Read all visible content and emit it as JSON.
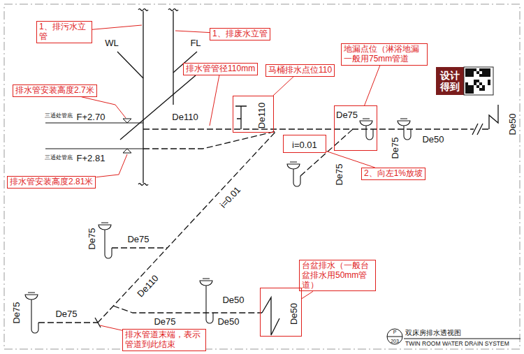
{
  "diagram": {
    "title": "双床房排水透视图",
    "caption": "TWIN ROOM WATER DRAIN SYSTEM",
    "nodes": [
      {
        "text": [
          "1、排污水立管"
        ]
      },
      {
        "text": [
          "1、排废水立管"
        ]
      },
      {
        "text": [
          "排水管管径110mm"
        ]
      },
      {
        "text": [
          "马桶排水点位110"
        ]
      },
      {
        "text": [
          "De110"
        ]
      },
      {
        "text": [
          "地漏点位（淋浴地漏一般用75mm管道"
        ]
      },
      {
        "text": [
          "De75"
        ]
      },
      {
        "text": [
          "排水管安装高度2.7米"
        ]
      },
      {
        "text": [
          "排水管安装高度2.81米"
        ]
      },
      {
        "text": [
          "i=0.01"
        ]
      },
      {
        "text": [
          "2、向左1%放坡"
        ]
      },
      {
        "text": [
          "台盆排水（一般台盆排水用50mm管道）"
        ]
      },
      {
        "text": [
          "De50"
        ]
      },
      {
        "text": [
          "排水管道末端，表示管道到此结束"
        ]
      }
    ],
    "edges": [
      {
        "from": 3,
        "to": 4,
        "arrow": "none"
      },
      {
        "from": 5,
        "to": 6,
        "arrow": "none"
      },
      {
        "from": 10,
        "to": 9,
        "arrow": "none"
      },
      {
        "from": 11,
        "to": 12,
        "arrow": "none"
      }
    ],
    "labels": [
      "WL",
      "FL",
      "三通处管底",
      "F+2.70",
      "三通处管底",
      "F+2.81",
      "De110",
      "De50",
      "De50",
      "De75",
      "De75",
      "i=0.01",
      "De75",
      "De75",
      "De110",
      "De50",
      "De75",
      "De75",
      "De75",
      "De50",
      "设计得到",
      "P",
      "203"
    ]
  }
}
